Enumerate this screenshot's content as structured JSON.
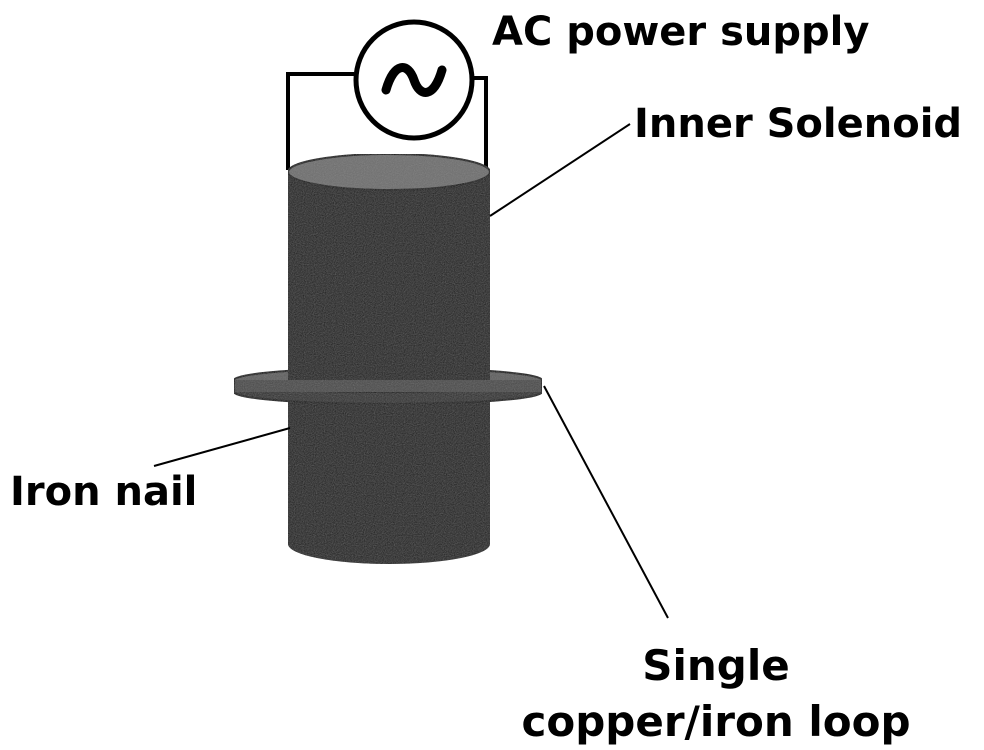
{
  "labels": {
    "ac_power_supply": "AC power supply",
    "inner_solenoid": "Inner Solenoid",
    "iron_nail": "Iron nail",
    "loop_line1": "Single",
    "loop_line2": "copper/iron loop"
  },
  "icons": {
    "power_source": "sine-wave-ac-source-icon"
  },
  "colors": {
    "cylinder_dark": "#1c1c1c",
    "cylinder_top": "#6e6e6e",
    "ring": "#5e5e5e",
    "line": "#000000",
    "background": "#ffffff"
  }
}
